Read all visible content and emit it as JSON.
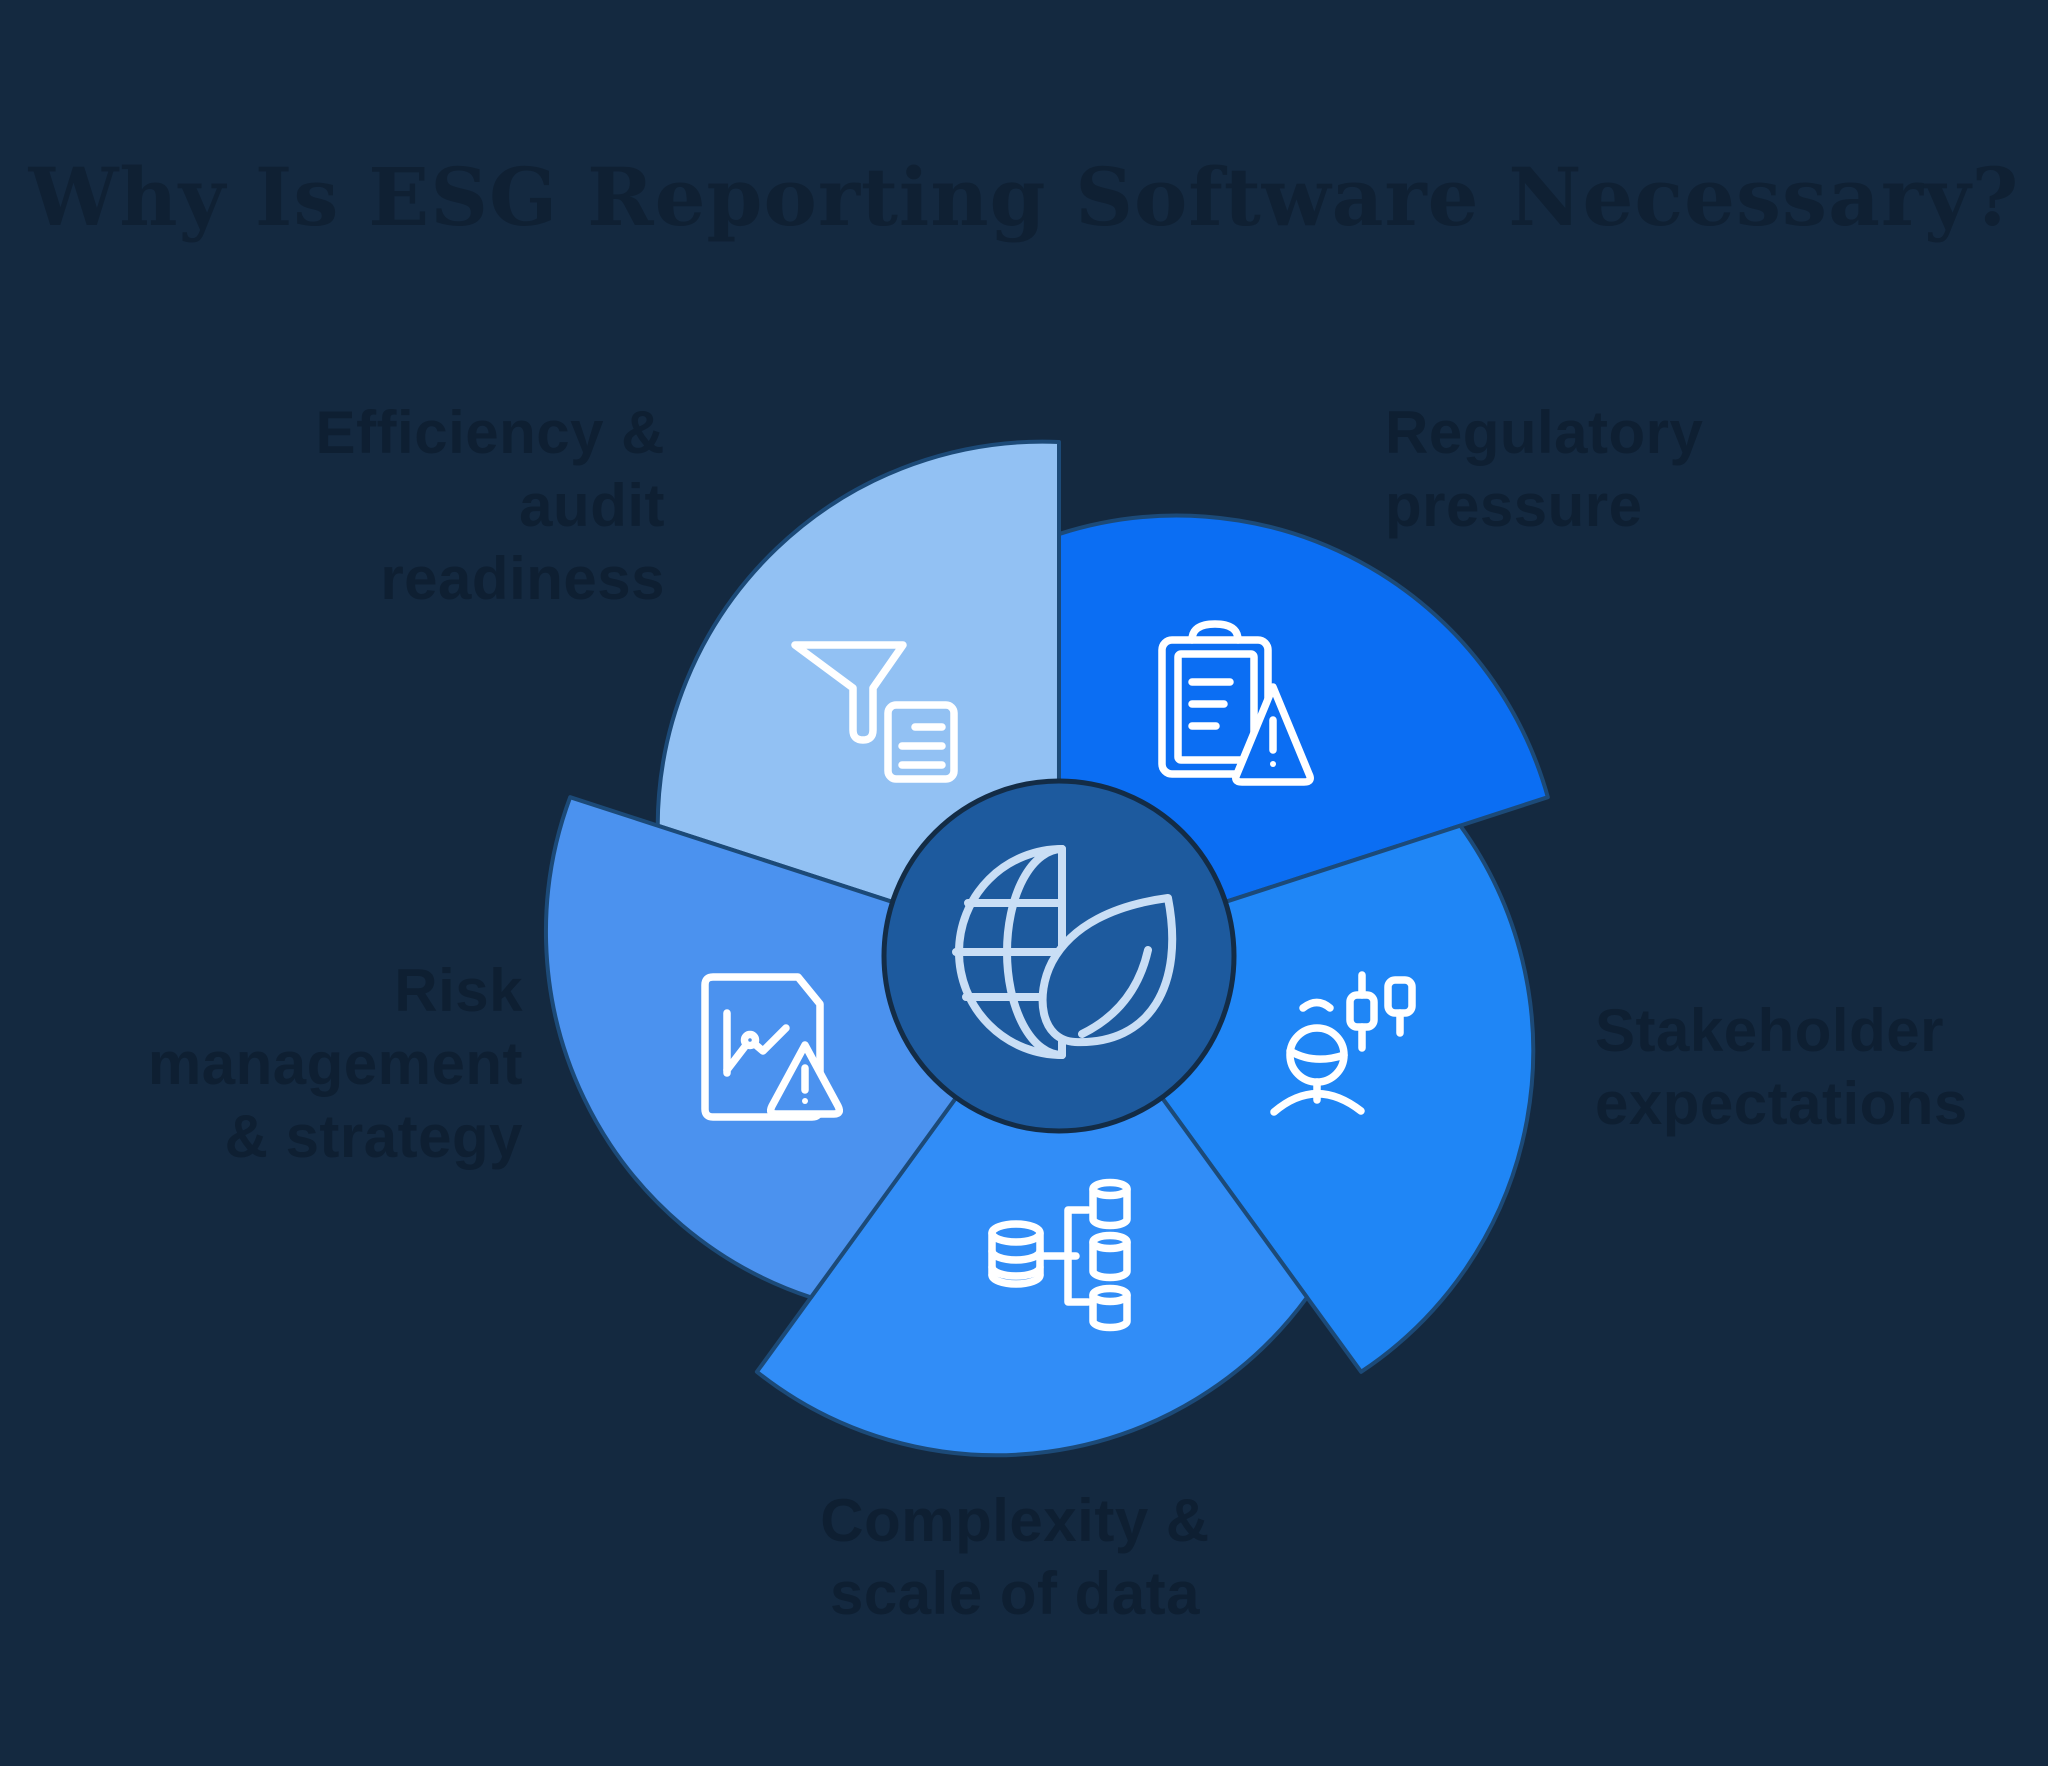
{
  "title": "Why Is ESG Reporting Software Necessary?",
  "colors": {
    "background": "#142940",
    "title_text": "#0f2033",
    "label_text": "#0e1f32",
    "segment_outline": "#1c4a78",
    "center_ring": "#132c46",
    "center_fill": "#1d5a9e",
    "center_icon_stroke": "#c9def5",
    "icon_stroke": "#ffffff"
  },
  "center": {
    "icon": "globe-leaf-icon"
  },
  "segments": [
    {
      "id": "efficiency",
      "label": "Efficiency & audit readiness",
      "label_lines": [
        "Efficiency & audit",
        "readiness"
      ],
      "icon": "funnel-document-icon",
      "color": "#92c1f3"
    },
    {
      "id": "regulatory",
      "label": "Regulatory pressure",
      "label_lines": [
        "Regulatory",
        "pressure"
      ],
      "icon": "clipboard-warning-icon",
      "color": "#0b6ef3"
    },
    {
      "id": "stakeholder",
      "label": "Stakeholder expectations",
      "label_lines": [
        "Stakeholder",
        "expectations"
      ],
      "icon": "person-candlestick-icon",
      "color": "#1f86f6"
    },
    {
      "id": "complexity",
      "label": "Complexity & scale of data",
      "label_lines": [
        "Complexity &",
        "scale of data"
      ],
      "icon": "database-network-icon",
      "color": "#318df7"
    },
    {
      "id": "risk",
      "label": "Risk management & strategy",
      "label_lines": [
        "Risk",
        "management",
        "& strategy"
      ],
      "icon": "document-chart-warning-icon",
      "color": "#4b92ef"
    }
  ]
}
